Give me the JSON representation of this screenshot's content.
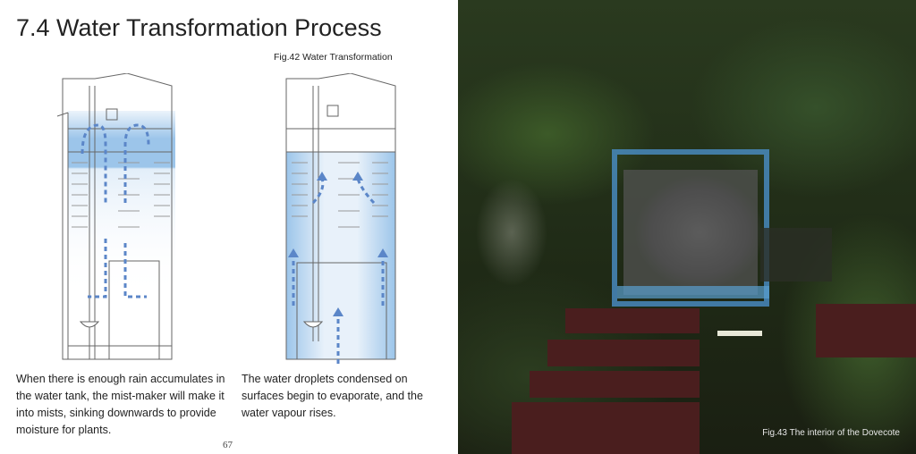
{
  "page": {
    "title": "7.4 Water Transformation Process",
    "figure_caption": "Fig.42 Water Transformation",
    "page_number": "67"
  },
  "paragraphs": [
    "When there is enough rain accumulates in the water tank, the mist-maker will make it into mists, sinking downwards to provide moisture for plants.",
    "The water droplets condensed on surfaces begin to evaporate, and the water vapour rises."
  ],
  "photo": {
    "caption": "Fig.43 The interior of the Dovecote"
  },
  "colors": {
    "water": "#9cc5ea",
    "arrow": "#5b86c8"
  }
}
